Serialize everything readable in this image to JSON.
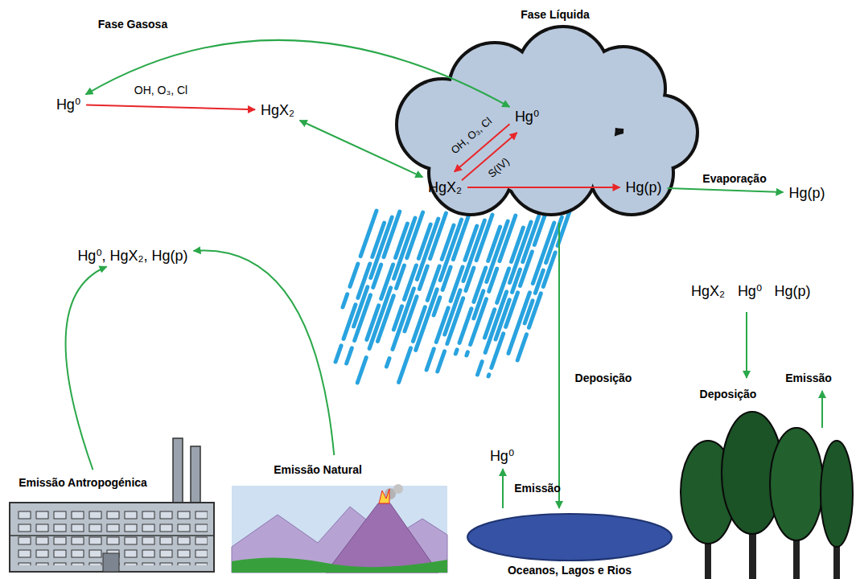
{
  "diagram": {
    "nodes": [
      {
        "text": [
          "Hg⁰"
        ]
      },
      {
        "text": [
          "HgX₂"
        ]
      },
      {
        "text": [
          "Fase Líquida"
        ]
      },
      {
        "text": [
          "Hg⁰"
        ],
        "in": 2
      },
      {
        "text": [
          "HgX₂"
        ],
        "in": 2
      },
      {
        "text": [
          "Hg(p)"
        ],
        "in": 2
      },
      {
        "text": [
          "Hg(p)"
        ]
      },
      {
        "text": [
          "Hg⁰, HgX₂, Hg(p)"
        ]
      },
      {
        "text": [
          "Emissão Antropogénica"
        ]
      },
      {
        "text": [
          "Emissão Natural"
        ]
      },
      {
        "text": [
          "Oceanos, Lagos e Rios"
        ]
      },
      {
        "text": [
          "Hg⁰"
        ]
      },
      {
        "text": [
          "HgX₂",
          "Hg⁰",
          "Hg(p)"
        ]
      }
    ],
    "edges": [
      {
        "from": 3,
        "to": 0,
        "arrow": "both"
      },
      {
        "from": 0,
        "to": 1,
        "label": "OH, O₃, Cl",
        "arrow": "to"
      },
      {
        "from": 1,
        "to": 4,
        "arrow": "both"
      },
      {
        "from": 3,
        "to": 4,
        "label": "OH, O₃, Cl",
        "arrow": "to"
      },
      {
        "from": 4,
        "to": 3,
        "label": "S(IV)",
        "arrow": "to"
      },
      {
        "from": 4,
        "to": 5,
        "arrow": "to"
      },
      {
        "from": 5,
        "to": 6,
        "label": "Evaporação",
        "arrow": "to"
      },
      {
        "from": 8,
        "to": 7,
        "arrow": "to"
      },
      {
        "from": 9,
        "to": 7,
        "arrow": "to"
      },
      {
        "from": 2,
        "to": 10,
        "label": "Deposição",
        "arrow": "to"
      },
      {
        "from": 10,
        "to": 11,
        "label": "Emissão",
        "arrow": "to"
      }
    ],
    "labels": [
      "Fase Gasosa",
      "Deposição",
      "Emissão"
    ]
  }
}
